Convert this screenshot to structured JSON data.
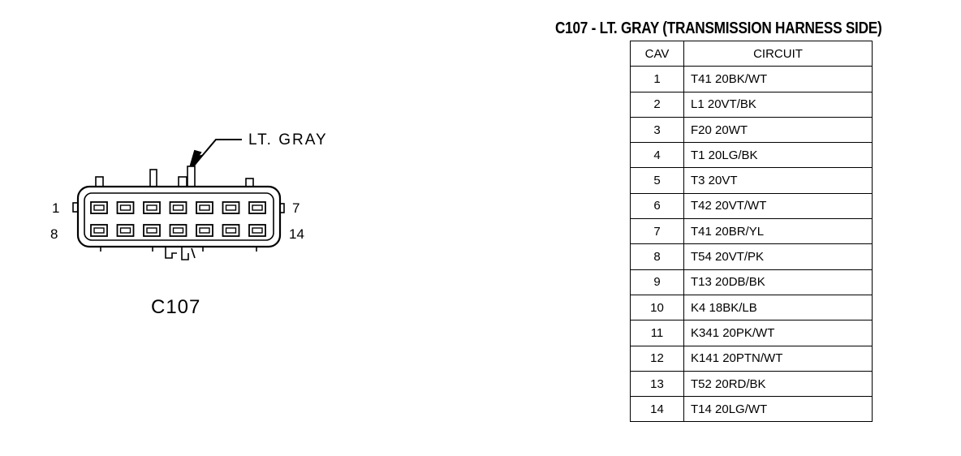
{
  "diagram": {
    "color_callout": "LT. GRAY",
    "connector_label": "C107",
    "pin_labels": {
      "top_left": "1",
      "top_right": "7",
      "bottom_left": "8",
      "bottom_right": "14"
    }
  },
  "table": {
    "title": "C107 - LT. GRAY (TRANSMISSION HARNESS SIDE)",
    "headers": {
      "cav": "CAV",
      "circuit": "CIRCUIT"
    },
    "rows": [
      {
        "cav": "1",
        "circuit": "T41 20BK/WT"
      },
      {
        "cav": "2",
        "circuit": "L1 20VT/BK"
      },
      {
        "cav": "3",
        "circuit": "F20 20WT"
      },
      {
        "cav": "4",
        "circuit": "T1 20LG/BK"
      },
      {
        "cav": "5",
        "circuit": "T3 20VT"
      },
      {
        "cav": "6",
        "circuit": "T42 20VT/WT"
      },
      {
        "cav": "7",
        "circuit": "T41 20BR/YL"
      },
      {
        "cav": "8",
        "circuit": "T54 20VT/PK"
      },
      {
        "cav": "9",
        "circuit": "T13 20DB/BK"
      },
      {
        "cav": "10",
        "circuit": "K4 18BK/LB"
      },
      {
        "cav": "11",
        "circuit": "K341 20PK/WT"
      },
      {
        "cav": "12",
        "circuit": "K141 20PTN/WT"
      },
      {
        "cav": "13",
        "circuit": "T52 20RD/BK"
      },
      {
        "cav": "14",
        "circuit": "T14 20LG/WT"
      }
    ]
  }
}
